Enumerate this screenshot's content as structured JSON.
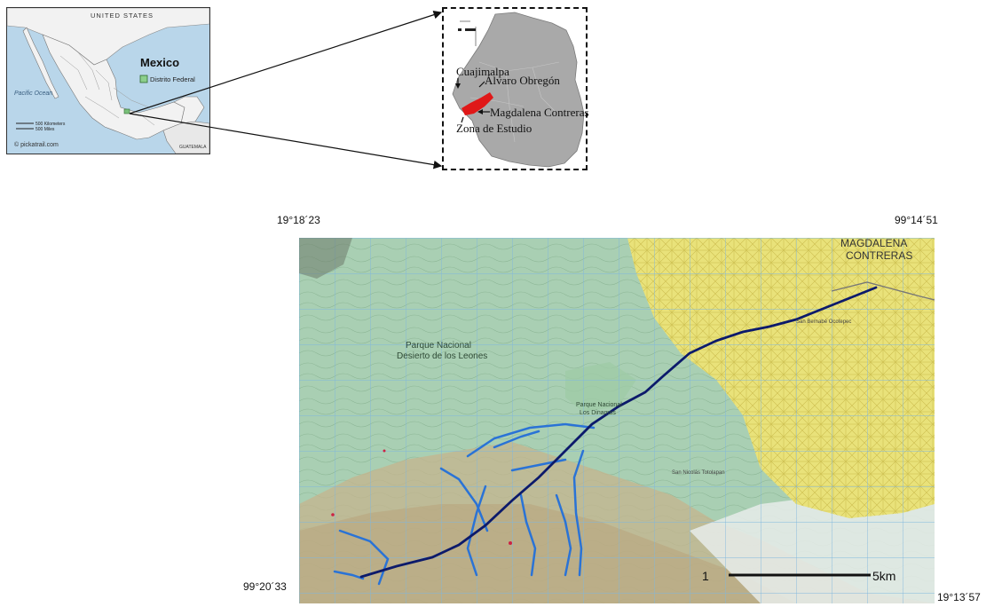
{
  "overview_map": {
    "country_top": "UNITED STATES",
    "country_main": "Mexico",
    "legend_df": "Distrito Federal",
    "ocean": "Pacific Ocean",
    "scale_km": "500 Kilometers",
    "scale_mi": "500 Miles",
    "credit": "© pickatrail.com",
    "guatemala": "GUATEMALA"
  },
  "df_map": {
    "labels": {
      "cuajimalpa": "Cuajimalpa",
      "alvaro": "Álvaro Obregón",
      "magdalena": "Magdalena Contreras",
      "zona": "Zona de Estudio"
    }
  },
  "topo_map": {
    "corner_nw": "19°18´23",
    "corner_ne": "99°14´51",
    "corner_sw": "99°20´33",
    "corner_se": "19°13´57",
    "scale_left": "1",
    "scale_right": "5km",
    "labels": {
      "magdalena_contreras_1": "MAGDALENA",
      "magdalena_contreras_2": "CONTRERAS",
      "parque_1": "Parque Nacional",
      "parque_2": "Desierto de los Leones",
      "dinamos_1": "Parque Nacional",
      "dinamos_2": "Los Dinamos",
      "san_bernabe": "San Bernabé Ocotepec",
      "san_nicolas": "San Nicolás Totolapan"
    }
  },
  "colors": {
    "sea": "#b9d6ea",
    "land": "#f4f4f4",
    "df_gray": "#a9a9a9",
    "study_red": "#e01818",
    "topo_green": "#a9cfb3",
    "topo_yellow": "#e9e27a",
    "river_main": "#0c1a6b",
    "river_trib": "#2a73d6"
  }
}
